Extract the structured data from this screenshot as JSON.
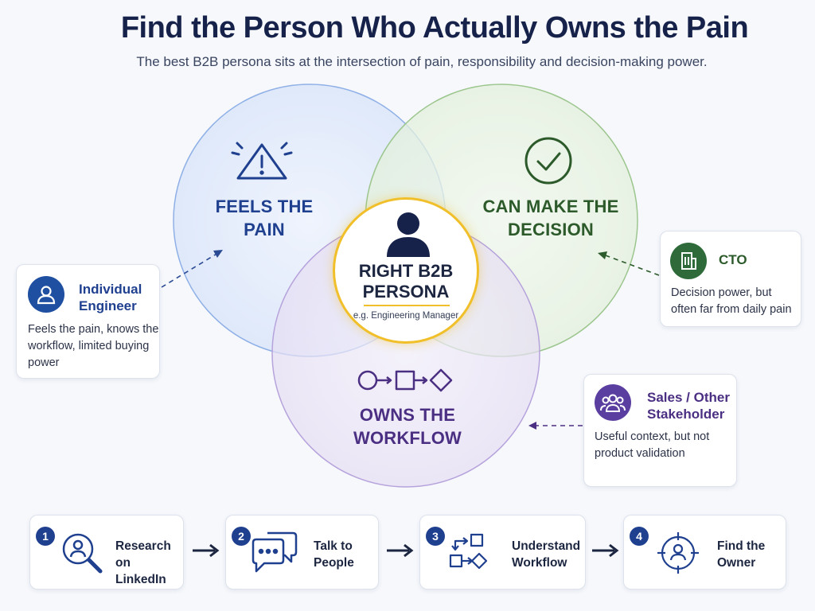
{
  "header": {
    "title": "Find the Person Who Actually Owns the Pain",
    "subtitle": "The best B2B persona sits at the intersection of pain, responsibility and decision-making power."
  },
  "venn": {
    "pain_label": "FEELS THE PAIN",
    "decision_label": "CAN MAKE THE DECISION",
    "workflow_label": "OWNS THE WORKFLOW",
    "core_title": "RIGHT B2B PERSONA",
    "core_example": "e.g. Engineering Manager",
    "icons": {
      "pain": "warning-icon",
      "decision": "check-circle-icon",
      "workflow": "workflow-icon",
      "core": "person-icon"
    },
    "colors": {
      "pain": "#dbe6fa",
      "decision": "#e3f0dc",
      "workflow": "#e6def3",
      "core_ring": "#f0bf2a"
    }
  },
  "cards": {
    "engineer": {
      "title": "Individual Engineer",
      "text": "Feels the pain, knows the workflow, limited buying power",
      "icon": "user-icon"
    },
    "cto": {
      "title": "CTO",
      "text": "Decision power, but often far from daily pain",
      "icon": "building-icon"
    },
    "sales": {
      "title": "Sales / Other Stakeholder",
      "text": "Useful context, but not product validation",
      "icon": "group-icon"
    }
  },
  "steps": [
    {
      "number": "1",
      "label": "Research on LinkedIn",
      "icon": "search-user-icon"
    },
    {
      "number": "2",
      "label": "Talk to People",
      "icon": "chat-icon"
    },
    {
      "number": "3",
      "label": "Understand Workflow",
      "icon": "flow-icon"
    },
    {
      "number": "4",
      "label": "Find the Owner",
      "icon": "target-icon"
    }
  ]
}
